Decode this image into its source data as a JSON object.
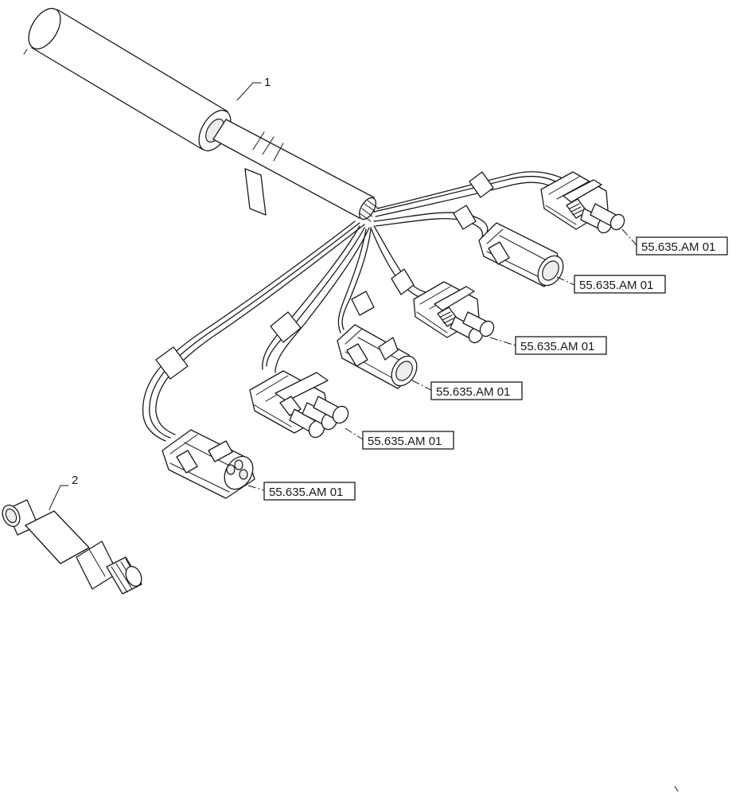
{
  "callouts": {
    "item1": "1",
    "item2": "2"
  },
  "references": [
    "55.635.AM 01",
    "55.635.AM 01",
    "55.635.AM 01",
    "55.635.AM 01",
    "55.635.AM 01",
    "55.635.AM 01"
  ],
  "colors": {
    "line": "#1a1a1a",
    "background": "#ffffff"
  }
}
